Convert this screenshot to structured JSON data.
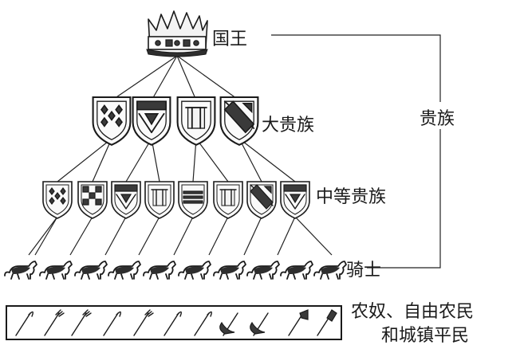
{
  "labels": {
    "king": "国王",
    "great_nobles": "大贵族",
    "middle_nobles": "中等贵族",
    "knights": "骑士",
    "nobility": "贵族",
    "commoners_line1": "农奴、自由农民",
    "commoners_line2": "和城镇平民"
  },
  "icons": {
    "crown": "crown-icon",
    "shield": "shield-icon",
    "horse": "horse-icon",
    "tool": "farm-tool-icon"
  },
  "colors": {
    "ink": "#1a1a1a",
    "background": "#ffffff"
  }
}
